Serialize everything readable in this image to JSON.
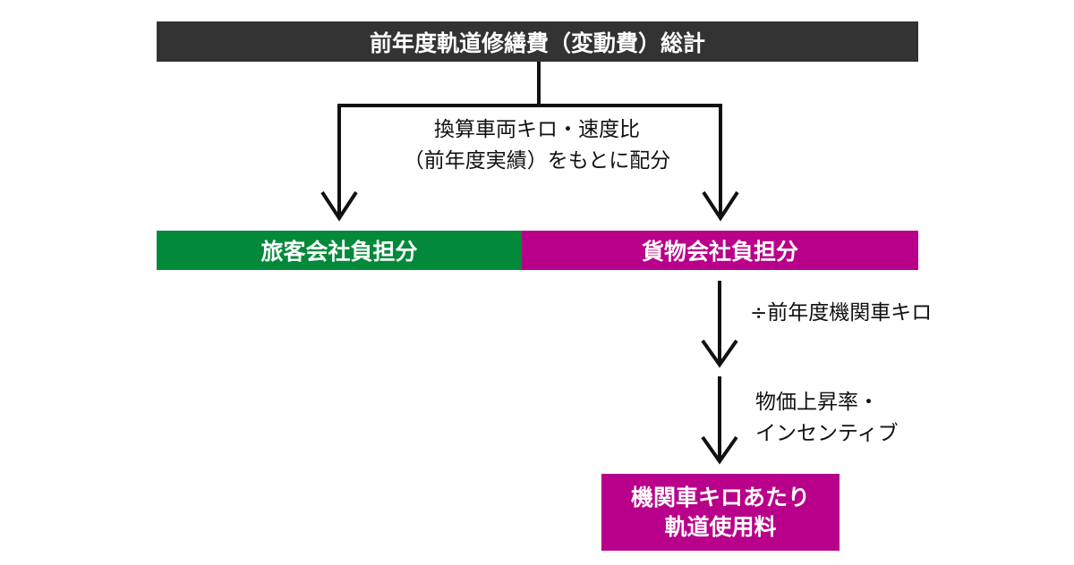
{
  "top_box": {
    "label": "前年度軌道修繕費（変動費）総計",
    "color": "#333333"
  },
  "allocation_note": {
    "line1": "換算車両キロ・速度比",
    "line2": "（前年度実績）をもとに配分"
  },
  "passenger_box": {
    "label": "旅客会社負担分",
    "color": "#028a3a"
  },
  "freight_box": {
    "label": "貨物会社負担分",
    "color": "#b8008a"
  },
  "divide_note": {
    "line1": "÷前年度機関車キロ"
  },
  "adjust_note": {
    "line1": "物価上昇率・",
    "line2": "インセンティブ"
  },
  "result_box": {
    "line1": "機関車キロあたり",
    "line2": "軌道使用料",
    "color": "#b8008a"
  }
}
